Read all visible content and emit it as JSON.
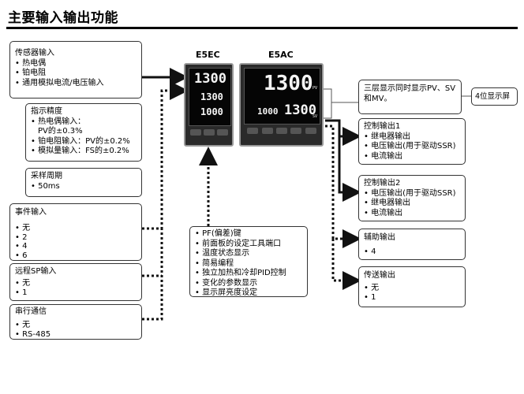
{
  "title": "主要输入输出功能",
  "devices": {
    "e5ec": {
      "label": "E5EC",
      "pv": "1300",
      "sv": "1300",
      "mv": "1000"
    },
    "e5ac": {
      "label": "E5AC",
      "pv": "1300",
      "sv": "1300",
      "mv": "1000",
      "side_label_1": "PV",
      "side_label_2": "SV"
    }
  },
  "left": {
    "sensor": {
      "heading": "传感器输入",
      "items": [
        "热电偶",
        "铂电阻",
        "通用模拟电流/电压输入"
      ]
    },
    "accuracy": {
      "heading": "指示精度",
      "items": [
        "热电偶输入：",
        "PV的±0.3%",
        "铂电阻输入：PV的±0.2%",
        "模拟量输入：FS的±0.2%"
      ]
    },
    "sampling": {
      "heading": "采样周期",
      "items": [
        "50ms"
      ]
    },
    "event": {
      "heading": "事件输入",
      "items": [
        "无",
        "2",
        "4",
        "6"
      ]
    },
    "remote_sp": {
      "heading": "远程SP输入",
      "items": [
        "无",
        "1"
      ]
    },
    "serial": {
      "heading": "串行通信",
      "items": [
        "无",
        "RS-485"
      ]
    }
  },
  "center": {
    "features": {
      "items": [
        "PF(偏差)键",
        "前面板的设定工具端口",
        "温度状态显示",
        "简易编程",
        "独立加热和冷却PID控制",
        "变化的参数显示",
        "显示屏亮度设定"
      ]
    }
  },
  "right": {
    "display": {
      "text": "三层显示同时显示PV、SV和MV。"
    },
    "digits": {
      "text": "4位显示屏"
    },
    "control1": {
      "heading": "控制输出1",
      "items": [
        "继电器输出",
        "电压输出(用于驱动SSR)",
        "电流输出"
      ]
    },
    "control2": {
      "heading": "控制输出2",
      "items": [
        "电压输出(用于驱动SSR)",
        "继电器输出",
        "电流输出"
      ]
    },
    "aux": {
      "heading": "辅助输出",
      "items": [
        "4"
      ]
    },
    "transfer": {
      "heading": "传送输出",
      "items": [
        "无",
        "1"
      ]
    }
  }
}
